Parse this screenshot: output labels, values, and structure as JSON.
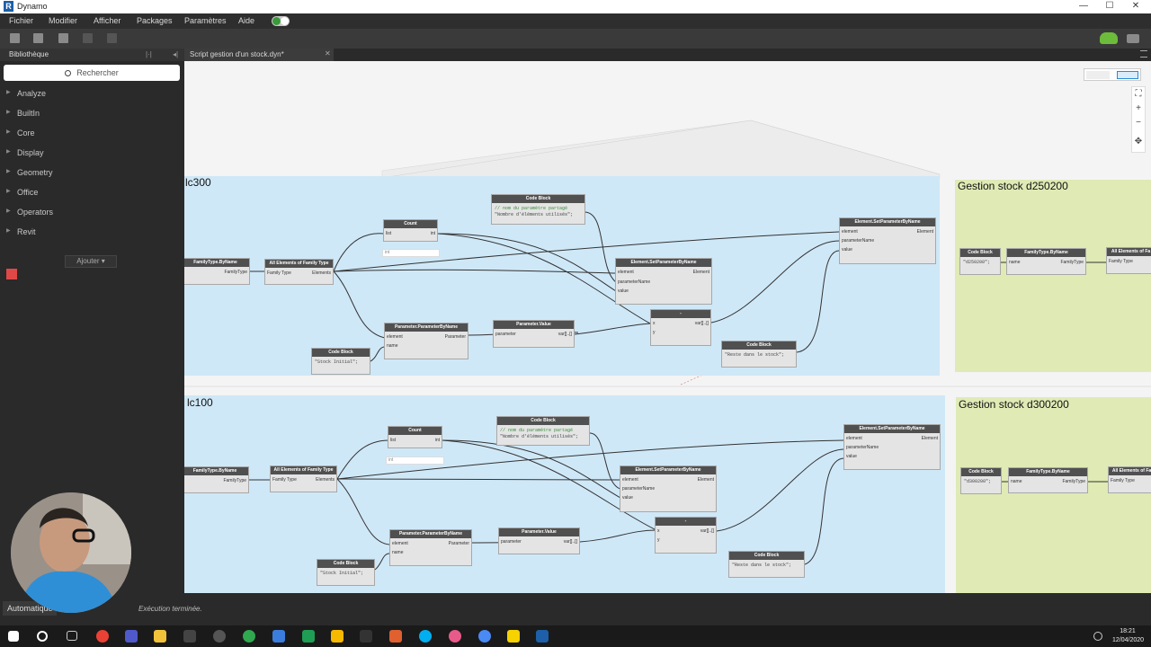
{
  "window": {
    "title": "Dynamo",
    "logo_letter": "R",
    "controls": [
      "—",
      "☐",
      "✕"
    ]
  },
  "menu": {
    "items": [
      "Fichier",
      "Modifier",
      "Afficher",
      "Packages",
      "Paramètres",
      "Aide"
    ]
  },
  "library": {
    "title": "Bibliothèque",
    "search_placeholder": "Rechercher",
    "categories": [
      "Analyze",
      "BuiltIn",
      "Core",
      "Display",
      "Geometry",
      "Office",
      "Operators",
      "Revit"
    ],
    "add_button": "Ajouter"
  },
  "tab": {
    "label": "Script gestion d'un stock.dyn*",
    "close": "✕"
  },
  "groups": {
    "lc300": "lc300",
    "lc100": "lc100",
    "d250200": "Gestion stock d250200",
    "d300200": "Gestion stock d300200"
  },
  "nodes": {
    "family_type_by_name": {
      "title": "FamilyType.ByName",
      "out": "FamilyType",
      "in_name": "name"
    },
    "all_elements": {
      "title": "All Elements of Family Type",
      "in": "Family Type",
      "out": "Elements",
      "short_title": "All Elements of Fa"
    },
    "count": {
      "title": "Count",
      "in": "list",
      "out": "int",
      "hint": "int"
    },
    "code_block": {
      "title": "Code Block"
    },
    "code_param_comment": "// nom du paramètre partagé",
    "code_param_value": "\"Nombre d'éléments utilisés\";",
    "code_stock_initial": "\"Stock Initial\";",
    "code_reste": "\"Reste dans le stock\";",
    "code_d250200": "\"d250200\";",
    "code_d300200": "\"d300200\";",
    "set_param": {
      "title": "Element.SetParameterByName",
      "in1": "element",
      "in2": "parameterName",
      "in3": "value",
      "out": "Element"
    },
    "param_by_name": {
      "title": "Parameter.ParameterByName",
      "in1": "element",
      "in2": "name",
      "out": "Parameter"
    },
    "param_value": {
      "title": "Parameter.Value",
      "in": "parameter",
      "out": "var[]..[]"
    },
    "minus": {
      "title": "-",
      "in1": "x",
      "in2": "y",
      "out": "var[]..[]"
    }
  },
  "status": {
    "run_mode": "Automatique",
    "message": "Exécution terminée."
  },
  "taskbar": {
    "time": "18:21",
    "date": "12/04/2020"
  },
  "colors": {
    "group_blue": "#cfe8f7",
    "group_green": "#dfeab5",
    "node_header": "#505050",
    "accent": "#2a8ad6"
  },
  "icons": [
    "save-icon",
    "open-icon",
    "undo-icon",
    "redo-icon",
    "cloud-icon",
    "camera-icon",
    "search-icon",
    "zoom-fit-icon",
    "zoom-in-icon",
    "zoom-out-icon",
    "pan-icon",
    "windows-start-icon"
  ]
}
